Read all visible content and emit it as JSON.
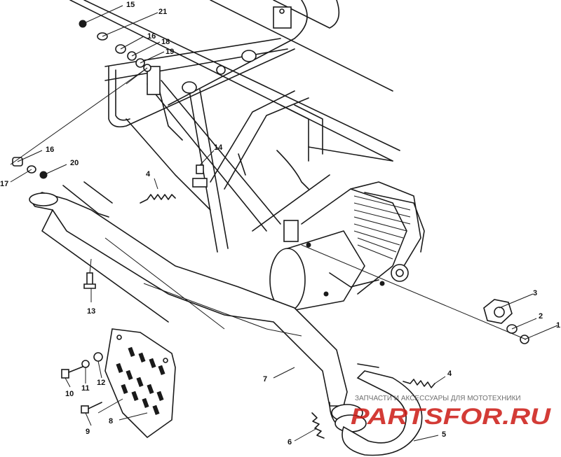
{
  "diagram": {
    "callouts": [
      {
        "id": "c1",
        "label": "1"
      },
      {
        "id": "c2",
        "label": "2"
      },
      {
        "id": "c3",
        "label": "3"
      },
      {
        "id": "c4a",
        "label": "4"
      },
      {
        "id": "c4b",
        "label": "4"
      },
      {
        "id": "c5",
        "label": "5"
      },
      {
        "id": "c6",
        "label": "6"
      },
      {
        "id": "c7",
        "label": "7"
      },
      {
        "id": "c8",
        "label": "8"
      },
      {
        "id": "c9",
        "label": "9"
      },
      {
        "id": "c10",
        "label": "10"
      },
      {
        "id": "c11",
        "label": "11"
      },
      {
        "id": "c12",
        "label": "12"
      },
      {
        "id": "c13",
        "label": "13"
      },
      {
        "id": "c14",
        "label": "14"
      },
      {
        "id": "c15",
        "label": "15"
      },
      {
        "id": "c16a",
        "label": "16"
      },
      {
        "id": "c16b",
        "label": "16"
      },
      {
        "id": "c17",
        "label": "17"
      },
      {
        "id": "c18",
        "label": "18"
      },
      {
        "id": "c19",
        "label": "19"
      },
      {
        "id": "c20",
        "label": "20"
      },
      {
        "id": "c21",
        "label": "21"
      }
    ]
  },
  "watermark": {
    "tagline": "ЗАПЧАСТИ И АКСЕССУАРЫ ДЛЯ МОТОТЕХНИКИ",
    "brand": "PARTSFOR.RU",
    "color": "#cc1a14"
  }
}
